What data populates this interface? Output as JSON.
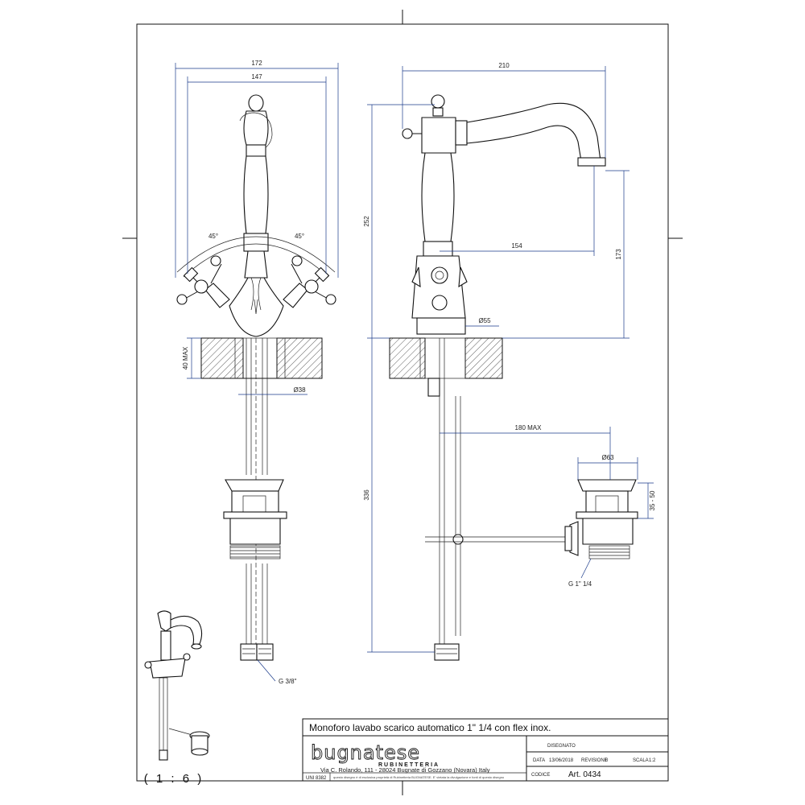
{
  "dimensions": {
    "width_172": "172",
    "width_147": "147",
    "angle_left": "45°",
    "angle_right": "45°",
    "depth_40max": "40 MAX",
    "dia_38": "Ø38",
    "thread_g38": "G 3/8\"",
    "reach_210": "210",
    "height_252": "252",
    "spout_154": "154",
    "height_173": "173",
    "dia_55": "Ø55",
    "max_180": "180 MAX",
    "dia_63": "Ø63",
    "range_35_50": "35 - 50",
    "thread_g114": "G 1\" 1/4",
    "height_336": "336"
  },
  "scale_label": "( 1 : 6 )",
  "title_block": {
    "title": "Monoforo lavabo scarico automatico 1\" 1/4 con flex inox.",
    "brand": "bugnatese",
    "brand_sub": "RUBINETTERIA",
    "address": "Via C. Rolando, 111 - 28024 Bugnate di Gozzano (Novara) Italy",
    "standard": "UNI 8382",
    "disclaimer": "questo disegno è di esclusiva proprietà di Rubinetteria BUGNATESE. E' vietata la divulgazione e fonti di questo disegno",
    "disegnato_label": "DISEGNATO",
    "data_label": "DATA",
    "data_value": "13/06/2018",
    "revisione_label": "REVISIONE",
    "revisione_value": "0",
    "scala_label": "SCALA",
    "scala_value": "1:2",
    "codice_label": "CODICE",
    "art_value": "Art. 0434"
  },
  "colors": {
    "line": "#111111",
    "dimension_line": "#1a3a8a",
    "background": "#ffffff"
  }
}
